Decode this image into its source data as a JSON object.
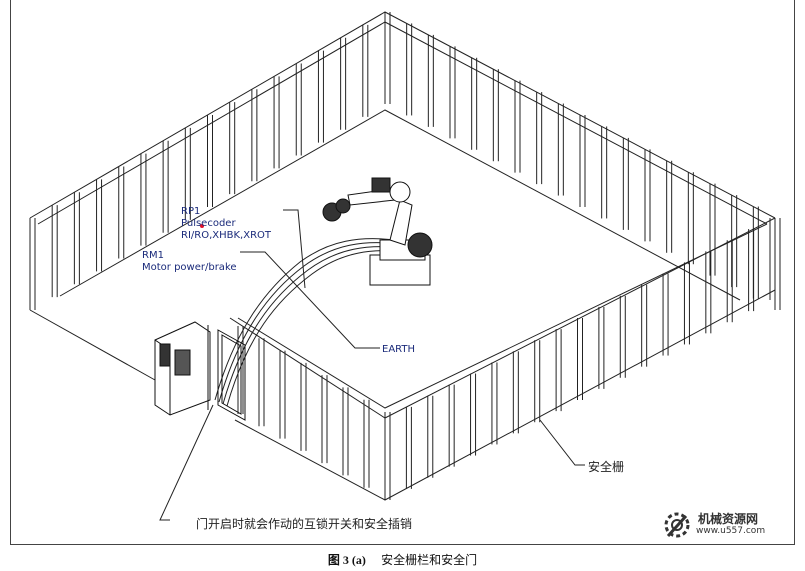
{
  "labels": {
    "rp1_title": "RP1",
    "rp1_line1": "Pulsecoder",
    "rp1_line2": "RI/RO,XHBK,XROT",
    "rm1_title": "RM1",
    "rm1_line1": "Motor power/brake",
    "earth": "EARTH",
    "fence": "安全栅",
    "door_note": "门开启时就会作动的互锁开关和安全插销"
  },
  "caption": {
    "figure_no": "图 3 (a)",
    "title": "安全栅栏和安全门"
  },
  "watermark": {
    "name": "机械资源网",
    "url": "www.u557.com",
    "icon": "gear-wrench-icon"
  },
  "colors": {
    "line": "#222222",
    "label": "#1a2a7a",
    "accent_dot": "#e0102a"
  }
}
